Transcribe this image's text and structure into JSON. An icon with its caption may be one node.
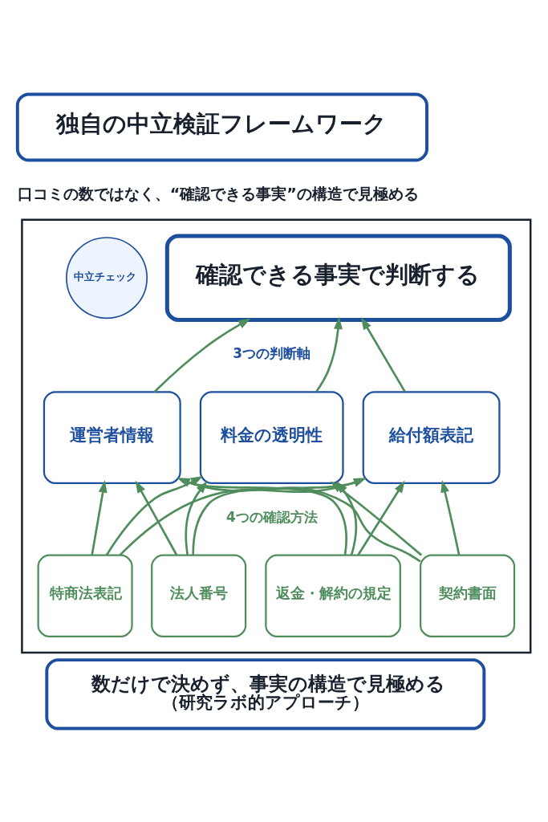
{
  "diagram": {
    "nodes": [
      {
        "text": [
          "独自の中立検証フレームワーク"
        ]
      },
      {
        "text": [],
        "shape": "box"
      },
      {
        "text": [
          "中立チェック"
        ],
        "in": 1
      },
      {
        "text": [
          "確認できる事実で判断する"
        ],
        "in": 1
      },
      {
        "text": [
          "運営者情報"
        ],
        "in": 1
      },
      {
        "text": [
          "料金の透明性"
        ],
        "in": 1
      },
      {
        "text": [
          "給付額表記"
        ],
        "in": 1
      },
      {
        "text": [
          "特商法表記"
        ],
        "in": 1
      },
      {
        "text": [
          "法人番号"
        ],
        "in": 1
      },
      {
        "text": [
          "返金・解約の規定"
        ],
        "in": 1
      },
      {
        "text": [
          "契約書面"
        ],
        "in": 1
      },
      {
        "text": [
          "数だけで決めず、事実の構造で見極める",
          "（研究ラボ的アプローチ）"
        ]
      }
    ],
    "edges": [
      {
        "from": 4,
        "to": 3,
        "arrow": "to"
      },
      {
        "from": 5,
        "to": 3,
        "arrow": "to"
      },
      {
        "from": 6,
        "to": 3,
        "arrow": "to"
      },
      {
        "from": 7,
        "to": 4,
        "arrow": "to"
      },
      {
        "from": 7,
        "to": 5,
        "arrow": "to"
      },
      {
        "from": 7,
        "to": 6,
        "arrow": "to"
      },
      {
        "from": 8,
        "to": 4,
        "arrow": "to"
      },
      {
        "from": 8,
        "to": 5,
        "arrow": "to"
      },
      {
        "from": 8,
        "to": 6,
        "arrow": "to"
      },
      {
        "from": 9,
        "to": 4,
        "arrow": "to"
      },
      {
        "from": 9,
        "to": 5,
        "arrow": "to"
      },
      {
        "from": 9,
        "to": 6,
        "arrow": "to"
      },
      {
        "from": 10,
        "to": 4,
        "arrow": "to"
      },
      {
        "from": 10,
        "to": 5,
        "arrow": "to"
      },
      {
        "from": 10,
        "to": 6,
        "arrow": "to"
      }
    ],
    "labels": [
      "口コミの数ではなく、“確認できる事実”の構造で見極める",
      "3つの判断軸",
      "4つの確認方法"
    ]
  }
}
